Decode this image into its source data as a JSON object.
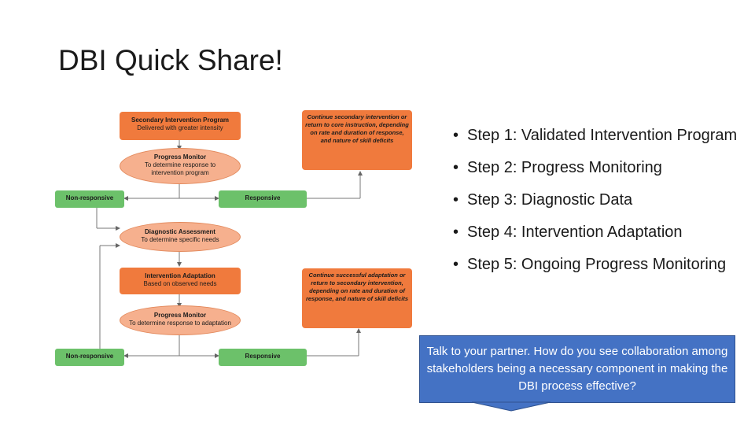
{
  "slide": {
    "title": "DBI Quick Share!"
  },
  "flowchart": {
    "secondary_program": {
      "title": "Secondary Intervention Program",
      "subtitle": "Delivered with greater intensity"
    },
    "progress_monitor_1": {
      "title": "Progress Monitor",
      "subtitle": "To determine response to intervention program"
    },
    "continue_secondary": "Continue secondary intervention or return to core instruction, depending on rate and duration of response, and nature of skill deficits",
    "non_responsive_1": "Non-responsive",
    "responsive_1": "Responsive",
    "diagnostic_assessment": {
      "title": "Diagnostic Assessment",
      "subtitle": "To determine specific needs"
    },
    "intervention_adaptation": {
      "title": "Intervention Adaptation",
      "subtitle": "Based on observed needs"
    },
    "progress_monitor_2": {
      "title": "Progress Monitor",
      "subtitle": "To determine response to adaptation"
    },
    "continue_successful": "Continue successful adaptation or return to secondary intervention, depending on rate and duration of response, and nature of skill deficits",
    "non_responsive_2": "Non-responsive",
    "responsive_2": "Responsive"
  },
  "steps": [
    "Step 1: Validated Intervention Program",
    "Step 2: Progress Monitoring",
    "Step 3: Diagnostic Data",
    "Step 4: Intervention Adaptation",
    "Step 5: Ongoing Progress Monitoring"
  ],
  "bullet_char": "•",
  "callout": {
    "text": "Talk to your partner. How do you see collaboration among stakeholders being a necessary component in making the DBI process effective?"
  },
  "colors": {
    "orange": "#f07a3d",
    "light_orange": "#f6b08e",
    "green": "#6cc16a",
    "callout_blue": "#4472c4"
  }
}
